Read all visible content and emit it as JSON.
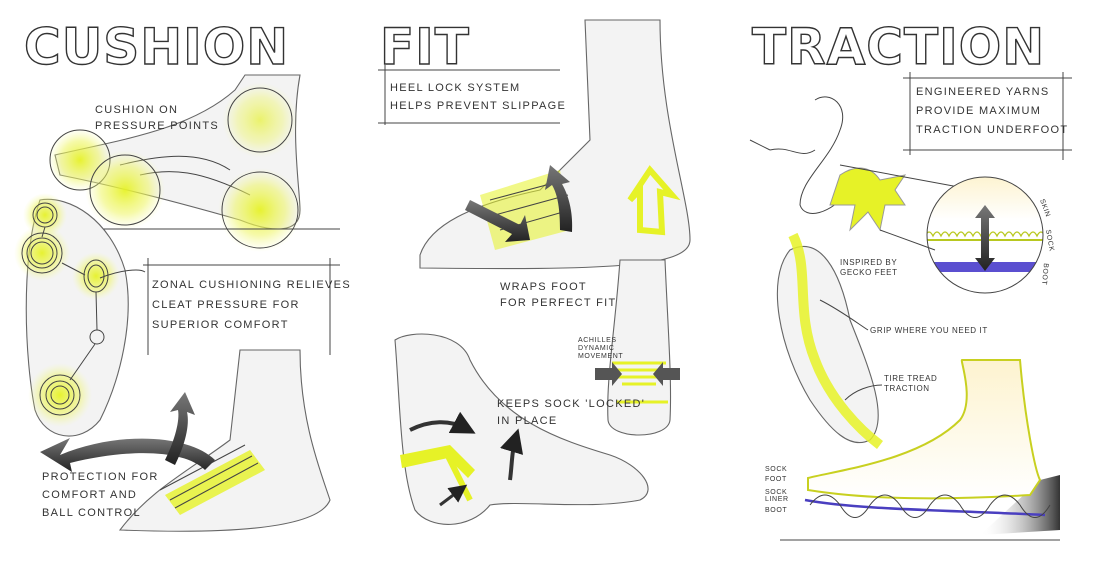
{
  "colors": {
    "highlight": "#e6f227",
    "liner": "#4a3fc0",
    "ink": "#333333"
  },
  "panels": [
    {
      "title": "CUSHION",
      "notes": {
        "pressure_1": "CUSHION ON",
        "pressure_2": "PRESSURE POINTS",
        "zonal_1": "ZONAL CUSHIONING RELIEVES",
        "zonal_2": "CLEAT PRESSURE FOR",
        "zonal_3": "SUPERIOR COMFORT",
        "protect_1": "PROTECTION FOR",
        "protect_2": "COMFORT AND",
        "protect_3": "BALL CONTROL"
      }
    },
    {
      "title": "FIT",
      "notes": {
        "heel_1": "HEEL LOCK SYSTEM",
        "heel_2": "HELPS PREVENT SLIPPAGE",
        "wraps_1": "WRAPS FOOT",
        "wraps_2": "FOR PERFECT FIT",
        "achilles_1": "ACHILLES",
        "achilles_2": "DYNAMIC",
        "achilles_3": "MOVEMENT",
        "keeps_1": "KEEPS SOCK 'LOCKED'",
        "keeps_2": "IN PLACE"
      }
    },
    {
      "title": "TRACTION",
      "notes": {
        "yarn_1": "ENGINEERED YARNS",
        "yarn_2": "PROVIDE MAXIMUM",
        "yarn_3": "TRACTION UNDERFOOT",
        "gecko_1": "INSPIRED BY",
        "gecko_2": "GECKO FEET",
        "grip": "GRIP WHERE YOU NEED IT",
        "tire_1": "TIRE TREAD",
        "tire_2": "TRACTION",
        "layer_sock": "SOCK",
        "layer_foot": "FOOT",
        "layer_liner_1": "SOCK",
        "layer_liner_2": "LINER",
        "layer_boot": "BOOT",
        "circle_skin": "SKIN",
        "circle_sock": "SOCK",
        "circle_boot": "BOOT"
      }
    }
  ]
}
